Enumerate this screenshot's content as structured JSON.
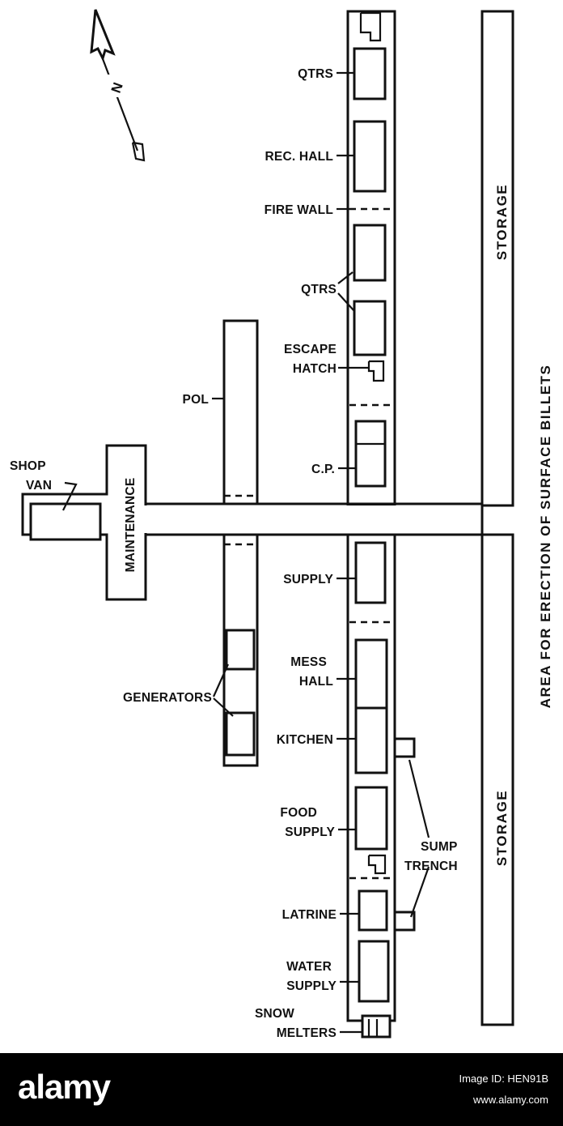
{
  "diagram": {
    "north_arrow_label": "N",
    "labels": {
      "qtrs_top": "QTRS",
      "rec_hall": "REC. HALL",
      "fire_wall": "FIRE WALL",
      "qtrs_mid": "QTRS",
      "escape_line1": "ESCAPE",
      "escape_line2": "HATCH",
      "pol": "POL",
      "shop_line1": "SHOP",
      "shop_line2": "VAN",
      "maintenance": "MAINTENANCE",
      "cp": "C.P.",
      "supply": "SUPPLY",
      "mess_line1": "MESS",
      "mess_line2": "HALL",
      "generators": "GENERATORS",
      "kitchen": "KITCHEN",
      "food_line1": "FOOD",
      "food_line2": "SUPPLY",
      "sump_line1": "SUMP",
      "sump_line2": "TRENCH",
      "latrine": "LATRINE",
      "water_line1": "WATER",
      "water_line2": "SUPPLY",
      "snow_line1": "SNOW",
      "snow_line2": "MELTERS",
      "storage_top": "STORAGE",
      "storage_bottom": "STORAGE",
      "area_caption": "AREA FOR ERECTION OF SURFACE BILLETS"
    }
  },
  "footer": {
    "brand": "alamy",
    "image_id": "Image ID: HEN91B",
    "site": "www.alamy.com"
  }
}
